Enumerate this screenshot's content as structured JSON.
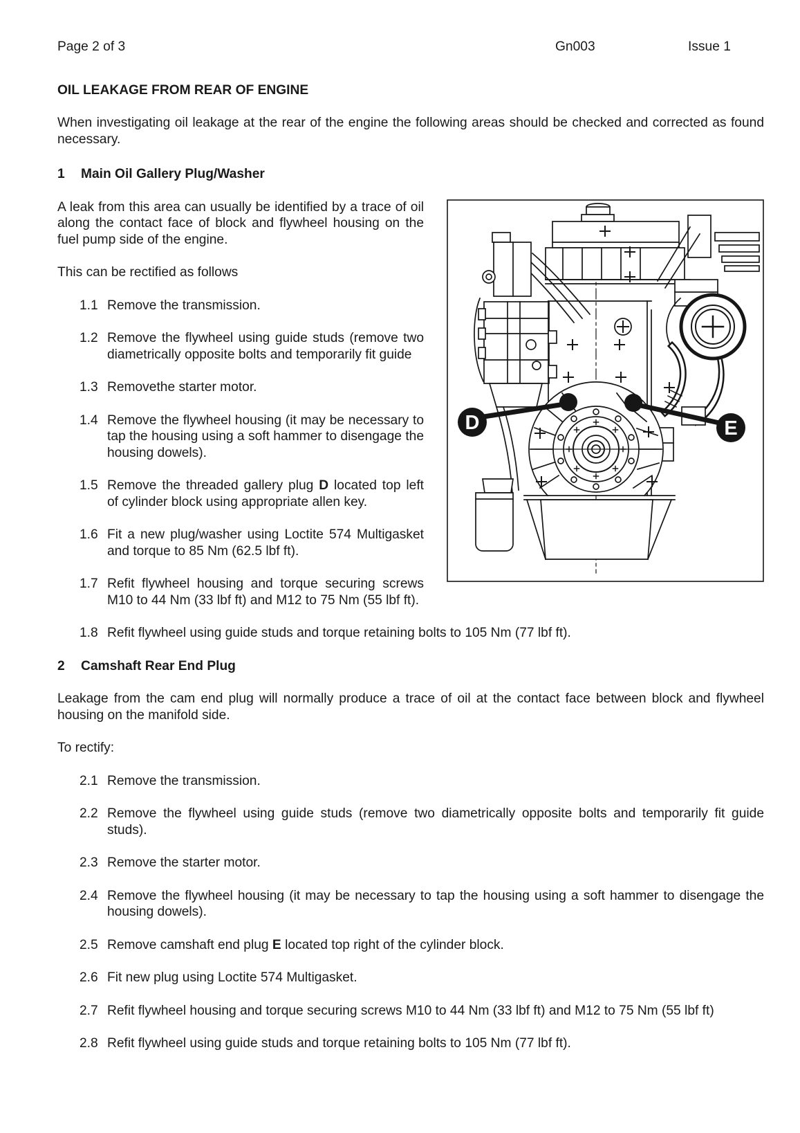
{
  "header": {
    "page": "Page 2 of 3",
    "code": "Gn003",
    "issue": "Issue 1"
  },
  "title": "OIL LEAKAGE FROM REAR OF ENGINE",
  "intro": "When investigating oil leakage at the rear of the engine the following areas should be checked and corrected as found necessary.",
  "sections": [
    {
      "num": "1",
      "heading": "Main Oil Gallery Plug/Washer",
      "paragraphs": [
        "A leak from this area can usually be identified by a trace of oil along the contact face of block and flywheel housing on the fuel pump side of the engine.",
        "This can be rectified as follows"
      ],
      "steps": [
        {
          "num": "1.1",
          "parts": [
            {
              "t": "Remove the transmission."
            }
          ]
        },
        {
          "num": "1.2",
          "parts": [
            {
              "t": "Remove the flywheel using guide studs (remove two diametrically opposite bolts and temporarily fit guide"
            }
          ]
        },
        {
          "num": "1.3",
          "parts": [
            {
              "t": "Removethe starter motor."
            }
          ]
        },
        {
          "num": "1.4",
          "parts": [
            {
              "t": "Remove the flywheel housing (it may be necessary to tap the housing using a soft hammer to disengage the housing dowels)."
            }
          ]
        },
        {
          "num": "1.5",
          "parts": [
            {
              "t": "Remove the threaded gallery plug "
            },
            {
              "t": "D",
              "b": true
            },
            {
              "t": " located top left of cylinder block using appropriate allen key."
            }
          ]
        },
        {
          "num": "1.6",
          "parts": [
            {
              "t": "Fit a new plug/washer using Loctite 574 Multigasket and torque to 85 Nm (62.5 lbf ft)."
            }
          ]
        },
        {
          "num": "1.7",
          "parts": [
            {
              "t": "Refit flywheel housing and torque securing screws M10 to 44 Nm (33 lbf ft) and M12 to 75 Nm (55 lbf ft)."
            }
          ]
        },
        {
          "num": "1.8",
          "parts": [
            {
              "t": "Refit flywheel using guide studs and torque retaining bolts to 105 Nm (77 lbf ft)."
            }
          ]
        }
      ]
    },
    {
      "num": "2",
      "heading": "Camshaft Rear End Plug",
      "paragraphs": [
        "Leakage from the cam end plug will normally produce a trace of oil at the contact face between block and flywheel housing on the manifold side.",
        "To rectify:"
      ],
      "steps": [
        {
          "num": "2.1",
          "parts": [
            {
              "t": "Remove the transmission."
            }
          ]
        },
        {
          "num": "2.2",
          "parts": [
            {
              "t": "Remove the flywheel using guide studs (remove two diametrically opposite bolts and temporarily fit guide studs)."
            }
          ]
        },
        {
          "num": "2.3",
          "parts": [
            {
              "t": "Remove the starter motor."
            }
          ]
        },
        {
          "num": "2.4",
          "parts": [
            {
              "t": "Remove the flywheel housing (it may be necessary to tap the housing using a soft hammer to disengage the housing dowels)."
            }
          ]
        },
        {
          "num": "2.5",
          "parts": [
            {
              "t": "Remove camshaft end plug "
            },
            {
              "t": "E",
              "b": true
            },
            {
              "t": " located top right of the cylinder block."
            }
          ]
        },
        {
          "num": "2.6",
          "parts": [
            {
              "t": "Fit new plug using Loctite 574 Multigasket."
            }
          ]
        },
        {
          "num": "2.7",
          "parts": [
            {
              "t": "Refit flywheel housing and torque securing screws M10 to 44 Nm (33 lbf ft) and M12 to 75 Nm (55 lbf ft)"
            }
          ]
        },
        {
          "num": "2.8",
          "parts": [
            {
              "t": "Refit flywheel using guide studs and torque retaining bolts to 105 Nm (77 lbf ft)."
            }
          ]
        }
      ]
    }
  ],
  "figure": {
    "label_d": "D",
    "label_e": "E",
    "ink_color": "#161616"
  }
}
